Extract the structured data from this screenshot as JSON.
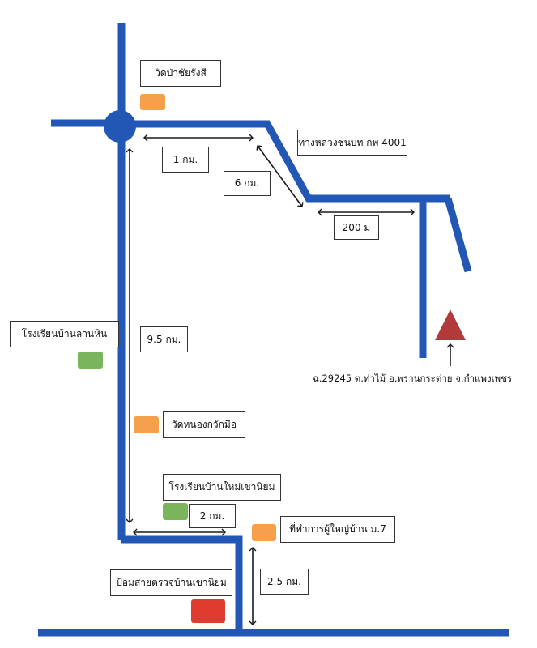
{
  "colors": {
    "road": "#2357b6",
    "arrow": "#1a1a1a",
    "marker_orange": "#f5a04a",
    "marker_green": "#7ab55c",
    "marker_red": "#df3b2e",
    "destination": "#b33a3a"
  },
  "landmarks": {
    "wat_pa_chai_rangsi": "วัดป่าชัยรังสี",
    "ban_lan_hin_school": "โรงเรียนบ้านลานหิน",
    "wat_nong_kwak_mue": "วัดหนองกวักมือ",
    "ban_mai_khao_niyom_school": "โรงเรียนบ้านใหม่เขานิยม",
    "village_headman_office": "ที่ทำการผู้ใหญ่บ้าน ม.7",
    "police_checkpoint": "ป้อมสายตรวจบ้านเขานิยม"
  },
  "road_name": "ทางหลวงชนบท กพ 4001",
  "distances": {
    "d1": "1 กม.",
    "d6": "6 กม.",
    "d200": "200 ม",
    "d9_5": "9.5 กม.",
    "d2": "2 กม.",
    "d2_5": "2.5 กม."
  },
  "address": "ฉ.29245 ต.ท่าไม้ อ.พรานกระต่าย จ.กำแพงเพชร"
}
